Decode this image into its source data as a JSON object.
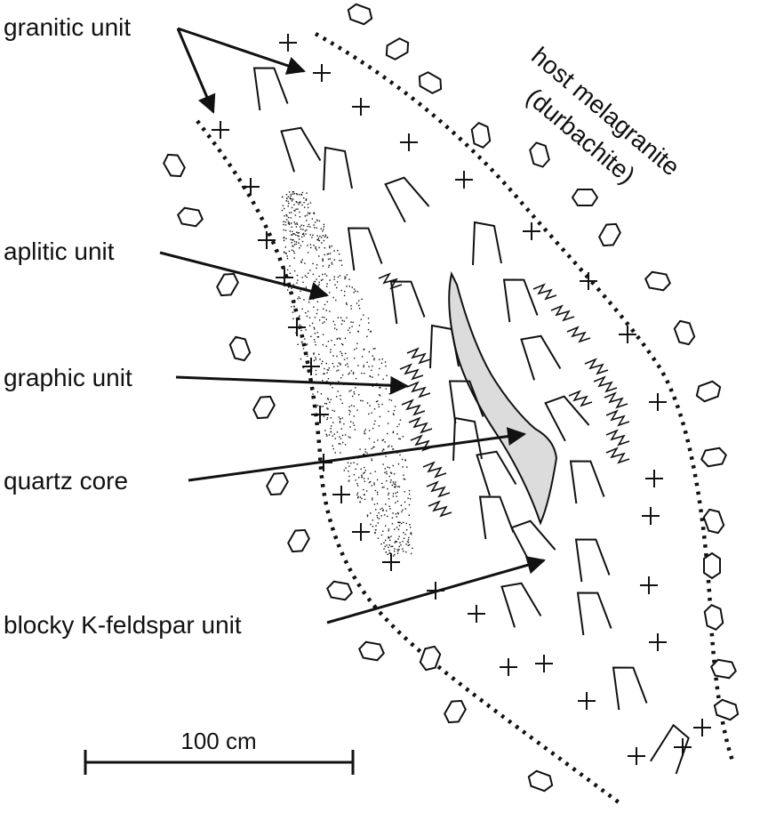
{
  "labels": {
    "granitic": "granitic unit",
    "aplitic": "aplitic unit",
    "graphic": "graphic unit",
    "quartz": "quartz core",
    "blocky": "blocky K-feldspar unit",
    "host_line1": "host melagranite",
    "host_line2": "(durbachite)"
  },
  "scale": {
    "label": "100 cm"
  }
}
